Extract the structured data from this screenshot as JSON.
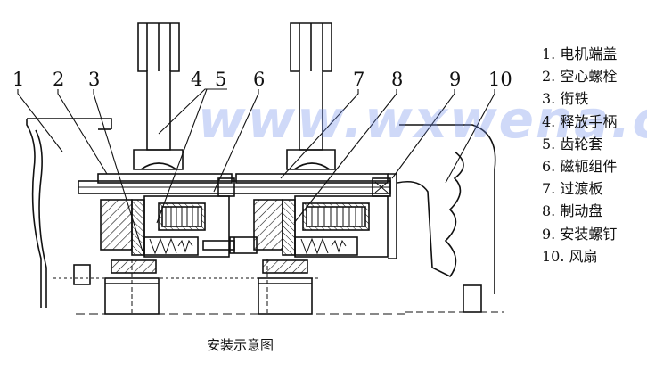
{
  "callouts": [
    "1",
    "2",
    "3",
    "4",
    "5",
    "6",
    "7",
    "8",
    "9",
    "10"
  ],
  "legend": [
    {
      "num": "1.",
      "text": "电机端盖"
    },
    {
      "num": "2.",
      "text": "空心螺栓"
    },
    {
      "num": "3.",
      "text": "衔铁"
    },
    {
      "num": "4.",
      "text": "释放手柄"
    },
    {
      "num": "5.",
      "text": "齿轮套"
    },
    {
      "num": "6.",
      "text": "磁轭组件"
    },
    {
      "num": "7.",
      "text": "过渡板"
    },
    {
      "num": "8.",
      "text": "制动盘"
    },
    {
      "num": "9.",
      "text": "安装螺钉"
    },
    {
      "num": "10.",
      "text": "风扇"
    }
  ],
  "caption": "安装示意图",
  "watermark": "www.wxwena.com",
  "colors": {
    "line": "#111111",
    "watermark": "#6e8ceb"
  }
}
